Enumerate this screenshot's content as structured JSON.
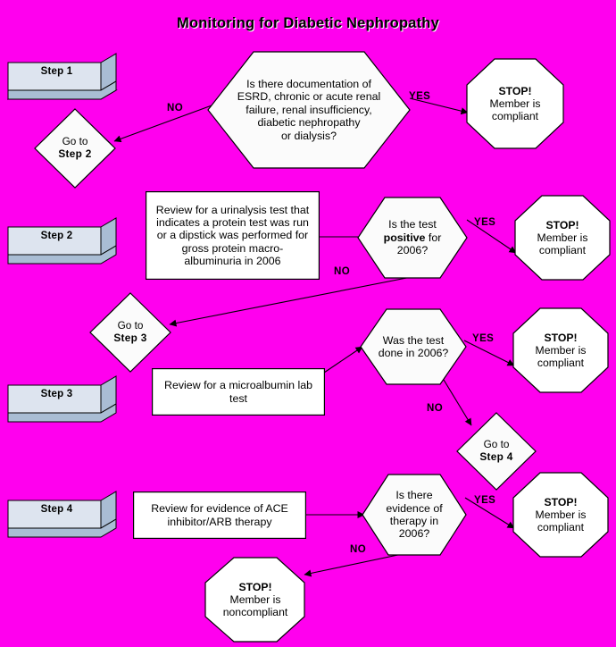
{
  "title": "Monitoring for Diabetic Nephropathy",
  "background_color": "#FF00EE",
  "colors": {
    "shape_fill": "#fbfbfb",
    "shape_stroke": "#000000",
    "step_front": "#dde4ef",
    "step_side": "#a9bdd4",
    "text": "#000000"
  },
  "steps": [
    {
      "label": "Step 1"
    },
    {
      "label": "Step 2"
    },
    {
      "label": "Step 3"
    },
    {
      "label": "Step 4"
    }
  ],
  "decisions": [
    {
      "text": "Is there documentation of\nESRD, chronic or acute renal\nfailure, renal insufficiency,\ndiabetic nephropathy\nor dialysis?"
    },
    {
      "text_pre": "Is the test\n",
      "text_bold": "positive",
      "text_post": " for\n2006?"
    },
    {
      "text": "Was the test\ndone in 2006?"
    },
    {
      "text": "Is there\nevidence of\ntherapy in\n2006?"
    }
  ],
  "processes": [
    {
      "text": "Review for a urinalysis test that\nindicates a protein test was run\nor a dipstick was performed for\ngross protein macro-\nalbuminuria in 2006"
    },
    {
      "text": "Review for a microalbumin lab\ntest"
    },
    {
      "text": "Review for evidence of ACE\ninhibitor/ARB therapy"
    }
  ],
  "terminators": [
    {
      "headline": "STOP!",
      "body": "Member is\ncompliant"
    },
    {
      "headline": "STOP!",
      "body": "Member is\ncompliant"
    },
    {
      "headline": "STOP!",
      "body": "Member is\ncompliant"
    },
    {
      "headline": "STOP!",
      "body": "Member is\ncompliant"
    },
    {
      "headline": "STOP!",
      "body": "Member is\nnoncompliant"
    }
  ],
  "connectors": [
    {
      "label": "Go to",
      "bold": "Step 2"
    },
    {
      "label": "Go to",
      "bold": "Step 3"
    },
    {
      "label": "Go to",
      "bold": "Step 4"
    }
  ],
  "edge_labels": [
    {
      "text": "NO"
    },
    {
      "text": "YES"
    },
    {
      "text": "YES"
    },
    {
      "text": "NO"
    },
    {
      "text": "YES"
    },
    {
      "text": "NO"
    },
    {
      "text": "YES"
    },
    {
      "text": "NO"
    }
  ]
}
